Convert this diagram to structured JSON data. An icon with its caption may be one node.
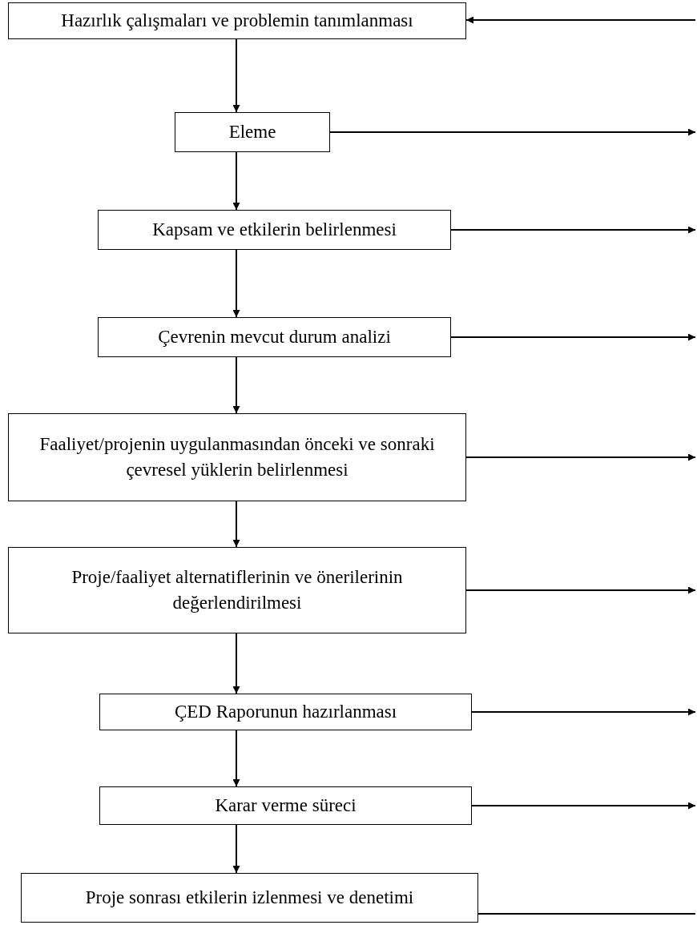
{
  "diagram": {
    "nodes": [
      {
        "text": [
          "Hazırlık çalışmaları ve problemin tanımlanması"
        ]
      },
      {
        "text": [
          "Eleme"
        ]
      },
      {
        "text": [
          "Kapsam ve etkilerin belirlenmesi"
        ]
      },
      {
        "text": [
          "Çevrenin mevcut durum analizi"
        ]
      },
      {
        "text": [
          "Faaliyet/projenin uygulanmasından önceki ve sonraki çevresel yüklerin belirlenmesi"
        ]
      },
      {
        "text": [
          "Proje/faaliyet alternatiflerinin ve önerilerinin değerlendirilmesi"
        ]
      },
      {
        "text": [
          "ÇED Raporunun hazırlanması"
        ]
      },
      {
        "text": [
          "Karar verme süreci"
        ]
      },
      {
        "text": [
          "Proje sonrası etkilerin izlenmesi ve denetimi"
        ]
      }
    ],
    "edges": [
      {
        "from": 0,
        "to": 1,
        "arrow": "to"
      },
      {
        "from": 1,
        "to": 2,
        "arrow": "to"
      },
      {
        "from": 2,
        "to": 3,
        "arrow": "to"
      },
      {
        "from": 3,
        "to": 4,
        "arrow": "to"
      },
      {
        "from": 4,
        "to": 5,
        "arrow": "to"
      },
      {
        "from": 5,
        "to": 6,
        "arrow": "to"
      },
      {
        "from": 6,
        "to": 7,
        "arrow": "to"
      },
      {
        "from": 7,
        "to": 8,
        "arrow": "to"
      },
      {
        "from": null,
        "to": 0,
        "arrow": "to"
      },
      {
        "from": 1,
        "to": null,
        "arrow": "to"
      },
      {
        "from": 2,
        "to": null,
        "arrow": "to"
      },
      {
        "from": 3,
        "to": null,
        "arrow": "to"
      },
      {
        "from": 4,
        "to": null,
        "arrow": "to"
      },
      {
        "from": 5,
        "to": null,
        "arrow": "to"
      },
      {
        "from": 6,
        "to": null,
        "arrow": "to"
      },
      {
        "from": 7,
        "to": null,
        "arrow": "to"
      },
      {
        "from": 8,
        "to": null,
        "arrow": "none"
      }
    ]
  }
}
